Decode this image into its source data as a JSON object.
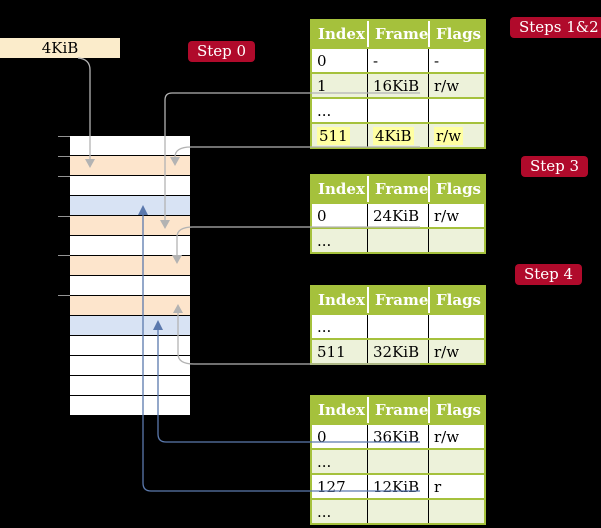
{
  "frame_box": {
    "label": "4KiB"
  },
  "steps": {
    "step0": "Step 0",
    "steps12": "Steps 1&2",
    "step3": "Step 3",
    "step4": "Step 4"
  },
  "tables": [
    {
      "headers": [
        "Index",
        "Frame",
        "Flags"
      ],
      "rows": [
        {
          "cells": [
            "0",
            "-",
            "-"
          ]
        },
        {
          "cells": [
            "1",
            "16KiB",
            "r/w"
          ]
        },
        {
          "cells": [
            "...",
            "",
            ""
          ]
        },
        {
          "cells": [
            "511",
            "4KiB",
            "r/w"
          ],
          "highlight": true
        }
      ]
    },
    {
      "headers": [
        "Index",
        "Frame",
        "Flags"
      ],
      "rows": [
        {
          "cells": [
            "0",
            "24KiB",
            "r/w"
          ]
        },
        {
          "cells": [
            "...",
            "",
            ""
          ]
        }
      ]
    },
    {
      "headers": [
        "Index",
        "Frame",
        "Flags"
      ],
      "rows": [
        {
          "cells": [
            "...",
            "",
            ""
          ]
        },
        {
          "cells": [
            "511",
            "32KiB",
            "r/w"
          ]
        }
      ]
    },
    {
      "headers": [
        "Index",
        "Frame",
        "Flags"
      ],
      "rows": [
        {
          "cells": [
            "0",
            "36KiB",
            "r/w"
          ]
        },
        {
          "cells": [
            "...",
            "",
            ""
          ]
        },
        {
          "cells": [
            "127",
            "12KiB",
            "r"
          ]
        },
        {
          "cells": [
            "...",
            "",
            ""
          ]
        }
      ]
    }
  ],
  "memory": {
    "rows": [
      {
        "kind": "free"
      },
      {
        "kind": "pt"
      },
      {
        "kind": "free"
      },
      {
        "kind": "data"
      },
      {
        "kind": "pt"
      },
      {
        "kind": "free"
      },
      {
        "kind": "pt"
      },
      {
        "kind": "free"
      },
      {
        "kind": "pt"
      },
      {
        "kind": "data"
      },
      {
        "kind": "free"
      },
      {
        "kind": "free"
      },
      {
        "kind": "free"
      },
      {
        "kind": "free"
      }
    ]
  },
  "connectors": [
    {
      "from": "4KiB label box",
      "to": "frame 4KiB",
      "color": "gray"
    },
    {
      "from": "table1 index 1 (16KiB)",
      "to": "frame 16KiB",
      "color": "gray"
    },
    {
      "from": "table1 index 511 (4KiB)",
      "to": "frame 4KiB",
      "color": "gray"
    },
    {
      "from": "table2 index 0 (24KiB)",
      "to": "frame 24KiB",
      "color": "gray"
    },
    {
      "from": "table3 index 511 (32KiB)",
      "to": "frame 32KiB",
      "color": "gray"
    },
    {
      "from": "table4 index 0 (36KiB)",
      "to": "frame 36KiB",
      "color": "blue"
    },
    {
      "from": "table4 index 127 (12KiB)",
      "to": "frame 12KiB",
      "color": "blue"
    }
  ],
  "colors": {
    "badge": "#b00a2b",
    "table_green": "#a5c13c",
    "row_green": "#edf2da",
    "highlight": "#ffffa2",
    "frame_pagetable": "#fde5cc",
    "frame_data": "#d8e3f4",
    "frame_label_bg": "#fbeccb",
    "gray_arrow": "#b3b3b3",
    "blue_arrow": "#5b79ad"
  }
}
